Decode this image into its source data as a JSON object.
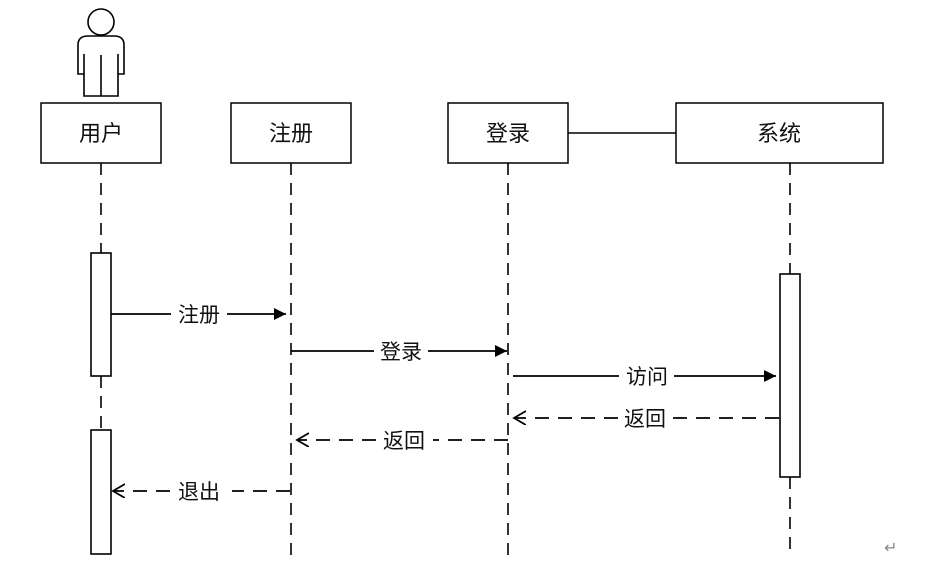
{
  "participants": [
    {
      "id": "user",
      "label": "用户",
      "actor": true
    },
    {
      "id": "register",
      "label": "注册"
    },
    {
      "id": "login",
      "label": "登录"
    },
    {
      "id": "system",
      "label": "系统"
    }
  ],
  "messages": [
    {
      "id": "m1",
      "from": "user",
      "to": "register",
      "label": "注册",
      "style": "solid"
    },
    {
      "id": "m2",
      "from": "register",
      "to": "login",
      "label": "登录",
      "style": "solid"
    },
    {
      "id": "m3",
      "from": "login",
      "to": "system",
      "label": "访问",
      "style": "solid"
    },
    {
      "id": "m4",
      "from": "system",
      "to": "login",
      "label": "返回",
      "style": "dashed"
    },
    {
      "id": "m5",
      "from": "login",
      "to": "register",
      "label": "返回",
      "style": "dashed"
    },
    {
      "id": "m6",
      "from": "register",
      "to": "user",
      "label": "退出",
      "style": "dashed"
    }
  ],
  "return_mark": "↵"
}
